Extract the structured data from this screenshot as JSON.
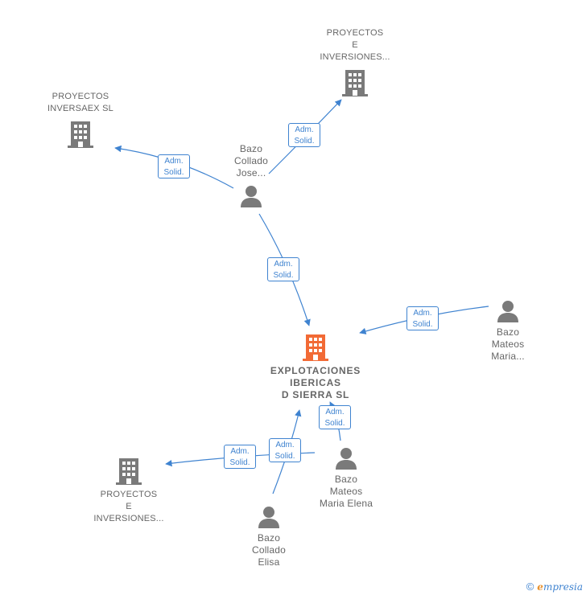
{
  "colors": {
    "edge": "#3f83d0",
    "node_gray": "#7a7a7a",
    "node_main": "#f26a35",
    "text": "#666666"
  },
  "nodes": [
    {
      "id": "main",
      "type": "company",
      "label": "EXPLOTACIONES\nIBERICAS\nD SIERRA  SL",
      "highlight": true
    },
    {
      "id": "proyectos_inversaex",
      "type": "company",
      "label": "PROYECTOS\nINVERSAEX  SL"
    },
    {
      "id": "proyectos_inversiones_top",
      "type": "company",
      "label": "PROYECTOS\nE\nINVERSIONES..."
    },
    {
      "id": "proyectos_inversiones_bottom",
      "type": "company",
      "label": "PROYECTOS\nE\nINVERSIONES..."
    },
    {
      "id": "bazo_collado_jose",
      "type": "person",
      "label": "Bazo\nCollado\nJose..."
    },
    {
      "id": "bazo_mateos_maria",
      "type": "person",
      "label": "Bazo\nMateos\nMaria..."
    },
    {
      "id": "bazo_mateos_maria_elena",
      "type": "person",
      "label": "Bazo\nMateos\nMaria Elena"
    },
    {
      "id": "bazo_collado_elisa",
      "type": "person",
      "label": "Bazo\nCollado\nElisa"
    }
  ],
  "edges": [
    {
      "from": "bazo_collado_jose",
      "to": "proyectos_inversaex",
      "label": "Adm.\nSolid."
    },
    {
      "from": "bazo_collado_jose",
      "to": "proyectos_inversiones_top",
      "label": "Adm.\nSolid."
    },
    {
      "from": "bazo_collado_jose",
      "to": "main",
      "label": "Adm.\nSolid."
    },
    {
      "from": "bazo_mateos_maria",
      "to": "main",
      "label": "Adm.\nSolid."
    },
    {
      "from": "bazo_mateos_maria_elena",
      "to": "main",
      "label": "Adm.\nSolid."
    },
    {
      "from": "bazo_mateos_maria_elena",
      "to": "proyectos_inversiones_bottom",
      "label": "Adm.\nSolid."
    },
    {
      "from": "bazo_collado_elisa",
      "to": "main",
      "label": "Adm.\nSolid."
    }
  ],
  "footer": {
    "copyright_symbol": "©",
    "brand_initial": "e",
    "brand_rest": "mpresia"
  }
}
